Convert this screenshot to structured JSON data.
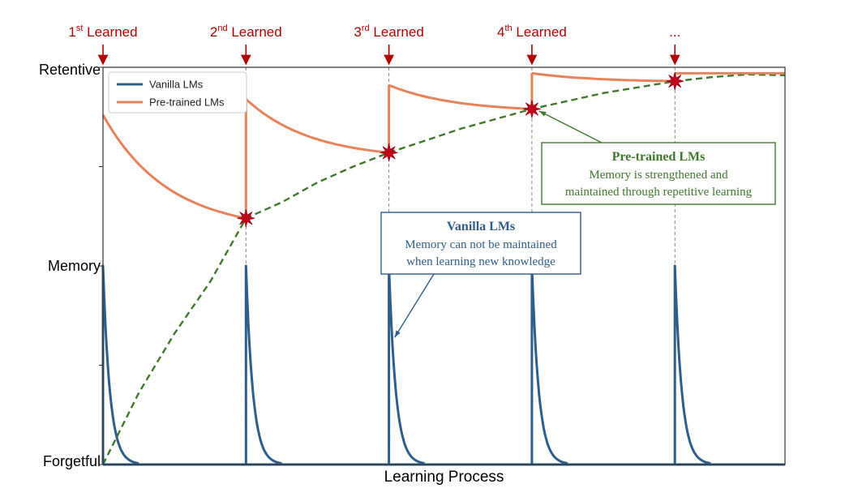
{
  "chart_data": {
    "type": "line",
    "title": "",
    "xlabel": "Learning Process",
    "ylabel": "",
    "xlim": [
      0,
      4.77
    ],
    "ylim": [
      0,
      1
    ],
    "y_tick_labels": [
      {
        "label": "Retentive",
        "value": 1.0
      },
      {
        "label": "Memory",
        "value": 0.5
      },
      {
        "label": "Forgetful",
        "value": 0.0
      }
    ],
    "y_minor_ticks": [
      0.0,
      0.25,
      0.5,
      0.75,
      1.0
    ],
    "events": [
      {
        "num": "1",
        "sup": "st",
        "suffix": " Learned",
        "x": 0
      },
      {
        "num": "2",
        "sup": "nd",
        "suffix": " Learned",
        "x": 1
      },
      {
        "num": "3",
        "sup": "rd",
        "suffix": " Learned",
        "x": 2
      },
      {
        "num": "4",
        "sup": "th",
        "suffix": " Learned",
        "x": 3
      },
      {
        "num": "...",
        "sup": "",
        "suffix": "",
        "x": 4
      }
    ],
    "event_color": "#b00000",
    "series": [
      {
        "name": "Vanilla LMs",
        "color": "#2e5f8a",
        "peak": 0.5,
        "decay_span": 0.25
      },
      {
        "name": "Pre-trained LMs",
        "color": "#e8825a",
        "segments": [
          {
            "x0": 0,
            "y0": 0.88,
            "x1": 1,
            "y1": 0.62
          },
          {
            "x0": 1,
            "y0": 0.92,
            "x1": 2,
            "y1": 0.785
          },
          {
            "x0": 2,
            "y0": 0.955,
            "x1": 3,
            "y1": 0.895
          },
          {
            "x0": 3,
            "y0": 0.985,
            "x1": 4,
            "y1": 0.965
          },
          {
            "x0": 4,
            "y0": 0.985,
            "x1": 4.77,
            "y1": 0.985
          }
        ]
      },
      {
        "name": "",
        "color": "#3f7a2c",
        "style": "dashed",
        "points": [
          [
            0,
            0.0
          ],
          [
            0.25,
            0.18
          ],
          [
            0.5,
            0.33
          ],
          [
            0.75,
            0.46
          ],
          [
            1,
            0.62
          ],
          [
            1.25,
            0.66
          ],
          [
            1.5,
            0.71
          ],
          [
            1.75,
            0.75
          ],
          [
            2,
            0.785
          ],
          [
            2.25,
            0.815
          ],
          [
            2.5,
            0.845
          ],
          [
            2.75,
            0.87
          ],
          [
            3,
            0.895
          ],
          [
            3.25,
            0.915
          ],
          [
            3.5,
            0.935
          ],
          [
            3.75,
            0.95
          ],
          [
            4,
            0.965
          ],
          [
            4.25,
            0.975
          ],
          [
            4.5,
            0.982
          ],
          [
            4.77,
            0.98
          ]
        ]
      }
    ],
    "stars": [
      {
        "x": 1,
        "y": 0.62
      },
      {
        "x": 2,
        "y": 0.785
      },
      {
        "x": 3,
        "y": 0.895
      },
      {
        "x": 4,
        "y": 0.965
      }
    ],
    "star_color": "#c0001a",
    "legend": {
      "position": "top-left",
      "entries": [
        {
          "label": "Vanilla LMs",
          "color": "#2e5f8a"
        },
        {
          "label": "Pre-trained LMs",
          "color": "#e8825a"
        }
      ]
    },
    "annotations": [
      {
        "id": "pretrained",
        "title": "Pre-trained LMs",
        "lines": [
          "Memory is strengthened and",
          "maintained through repetitive learning"
        ],
        "color": "#3f7a2c",
        "target": {
          "x": 3.05,
          "y": 0.89
        }
      },
      {
        "id": "vanilla",
        "title": "Vanilla LMs",
        "lines": [
          "Memory can not be maintained",
          "when learning new knowledge"
        ],
        "color": "#2e5f8a",
        "target": {
          "x": 2.04,
          "y": 0.32
        }
      }
    ]
  }
}
